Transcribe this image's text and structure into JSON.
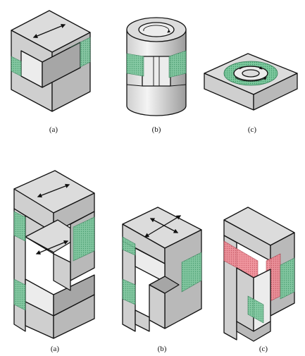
{
  "colors": {
    "face_top": "#dcdcdc",
    "face_front": "#cfcfcf",
    "face_side": "#b9b9b9",
    "winding_green": "#63b98a",
    "winding_red": "#e8737f",
    "outline": "#111111"
  },
  "top_row": {
    "panels": [
      {
        "caption": "(a)"
      },
      {
        "caption": "(b)"
      },
      {
        "caption": "(c)"
      }
    ]
  },
  "bottom_row": {
    "panels": [
      {
        "caption": "(a)"
      },
      {
        "caption": "(b)"
      },
      {
        "caption": "(c)"
      }
    ]
  }
}
